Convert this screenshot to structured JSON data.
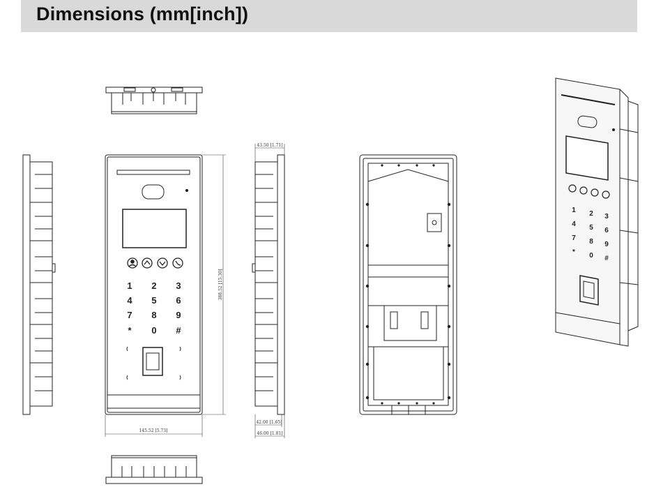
{
  "header": {
    "title": "Dimensions (mm[inch])"
  },
  "dimensions": {
    "top_depth": "43.50 [1.71]",
    "height": "388.52 [15.30]",
    "width": "145.52 [5.73]",
    "depth_inner": "42.00 [1.65]",
    "depth_outer": "46.00 [1.81]"
  },
  "keypad": {
    "keys": [
      "1",
      "2",
      "3",
      "4",
      "5",
      "6",
      "7",
      "8",
      "9",
      "*",
      "0",
      "#"
    ],
    "perspective_keys": [
      "1",
      "2",
      "3",
      "4",
      "5",
      "6",
      "7",
      "8",
      "9",
      "*",
      "0",
      "#"
    ]
  }
}
